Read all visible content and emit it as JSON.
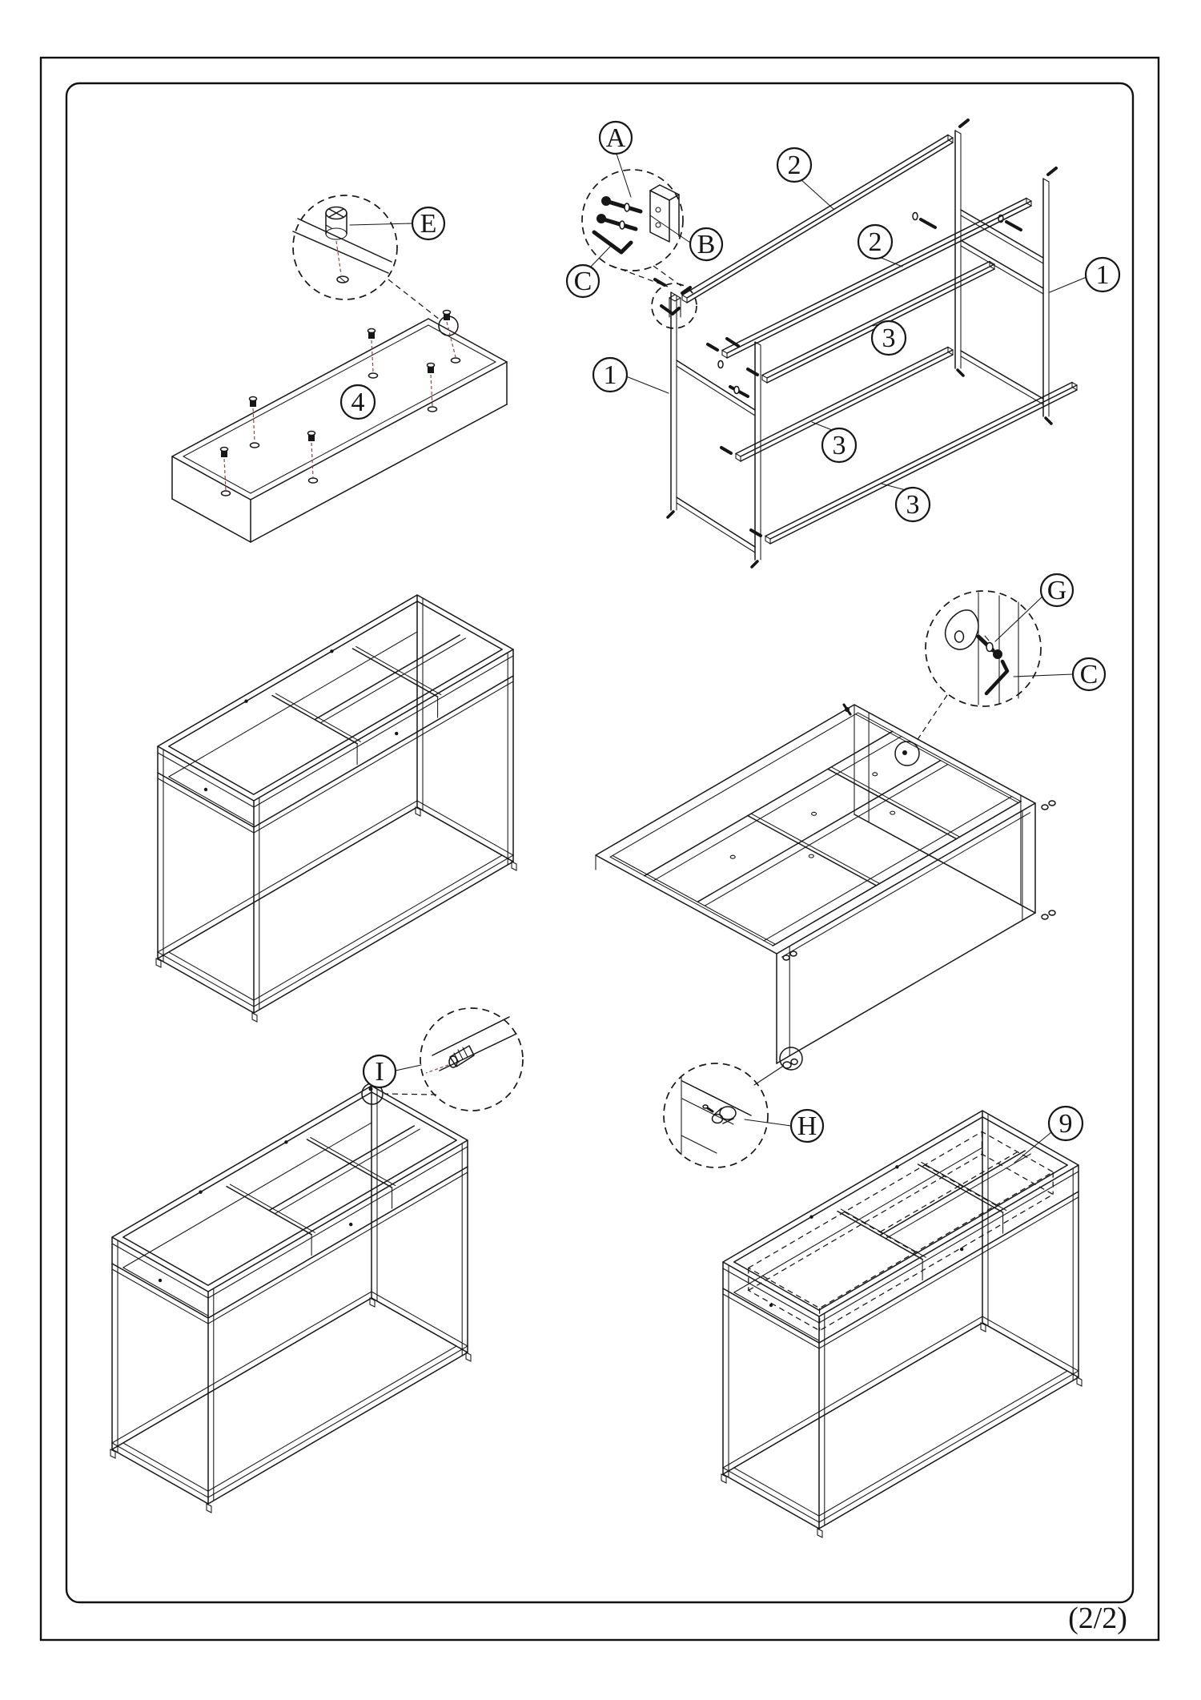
{
  "page": {
    "footer": "(2/2)"
  },
  "colors": {
    "line": "#161616",
    "cam_guide_dash": "#9c4343",
    "paper": "#ffffff"
  },
  "hardware": {
    "bolt_a": "A",
    "washer_b": "B",
    "allen_key_c": "C",
    "cam_lock_e": "E",
    "bracket_g": "G",
    "glide_h": "H",
    "insert_i": "I"
  },
  "parts": {
    "side_frame": "1",
    "top_rail": "2",
    "support_rail": "3",
    "panel": "4",
    "bottom_panel": "9"
  }
}
